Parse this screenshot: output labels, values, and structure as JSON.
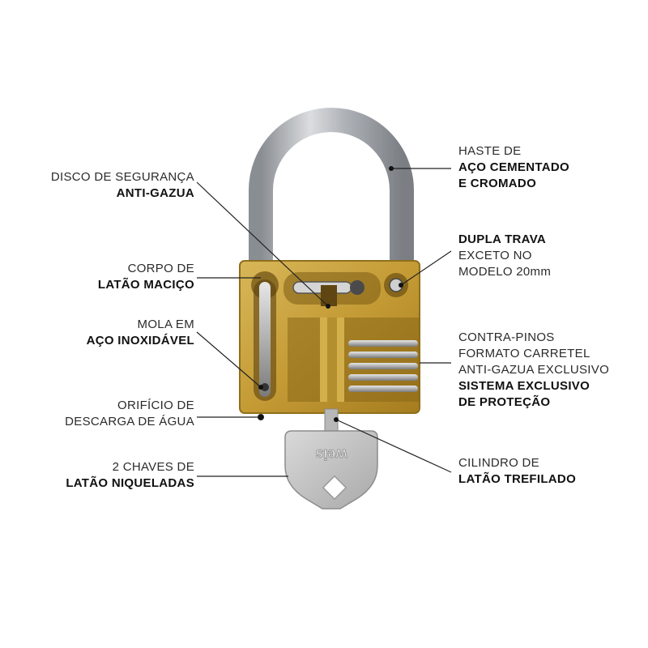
{
  "brand": "weis",
  "colors": {
    "brass": "#c9a441",
    "brass_dark": "#8f6f1c",
    "chrome": "#c8ccd0",
    "key": "#c4c4c4",
    "leader": "#222222"
  },
  "callouts_left": [
    {
      "id": "disco",
      "light": [
        "DISCO DE SEGURANÇA"
      ],
      "bold": [
        "ANTI-GAZUA"
      ]
    },
    {
      "id": "corpo",
      "light": [
        "CORPO DE"
      ],
      "bold": [
        "LATÃO MACIÇO"
      ]
    },
    {
      "id": "mola",
      "light": [
        "MOLA EM"
      ],
      "bold": [
        "AÇO INOXIDÁVEL"
      ]
    },
    {
      "id": "orificio",
      "light": [
        "ORIFÍCIO DE",
        "DESCARGA DE ÁGUA"
      ],
      "bold": []
    },
    {
      "id": "chaves",
      "light": [
        "2 CHAVES DE"
      ],
      "bold": [
        "LATÃO NIQUELADAS"
      ]
    }
  ],
  "callouts_right": [
    {
      "id": "haste",
      "light": [
        "HASTE DE"
      ],
      "bold": [
        "AÇO CEMENTADO",
        "E CROMADO"
      ]
    },
    {
      "id": "dupla",
      "bold_first": [
        "DUPLA TRAVA"
      ],
      "light": [
        "EXCETO NO",
        "MODELO 20mm"
      ]
    },
    {
      "id": "contra",
      "light": [
        "CONTRA-PINOS",
        "FORMATO CARRETEL",
        "ANTI-GAZUA EXCLUSIVO"
      ],
      "bold": [
        "SISTEMA EXCLUSIVO",
        "DE PROTEÇÃO"
      ]
    },
    {
      "id": "cilindro",
      "light": [
        "CILINDRO DE"
      ],
      "bold": [
        "LATÃO TREFILADO"
      ]
    }
  ]
}
